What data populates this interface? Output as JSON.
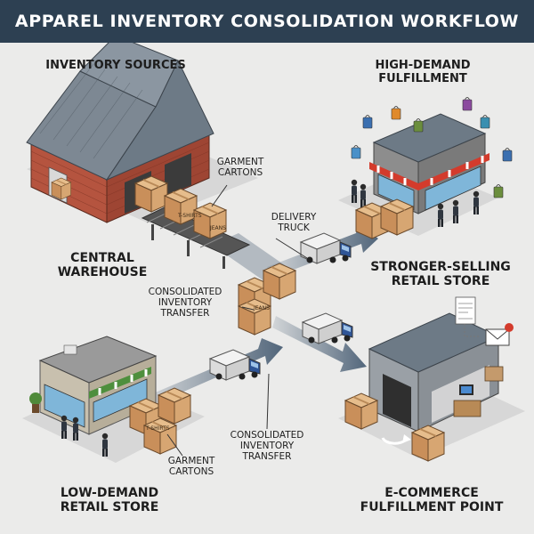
{
  "title": "APPAREL INVENTORY CONSOLIDATION WORKFLOW",
  "sections": {
    "sources": "INVENTORY SOURCES",
    "fulfillment": "HIGH-DEMAND FULFILLMENT"
  },
  "nodes": {
    "central_warehouse": [
      "CENTRAL",
      "WAREHOUSE"
    ],
    "low_demand_store": [
      "LOW-DEMAND",
      "RETAIL STORE"
    ],
    "stronger_store": [
      "STRONGER-SELLING",
      "RETAIL STORE"
    ],
    "ecommerce": [
      "E-COMMERCE",
      "FULFILLMENT POINT"
    ]
  },
  "annotations": {
    "garment_cartons_top": [
      "GARMENT",
      "CARTONS"
    ],
    "garment_cartons_bottom": [
      "GARMENT",
      "CARTONS"
    ],
    "delivery_truck": [
      "DELIVERY",
      "TRUCK"
    ],
    "consolidated_left": [
      "CONSOLIDATED",
      "INVENTORY",
      "TRANSFER"
    ],
    "consolidated_bottom": [
      "CONSOLIDATED",
      "INVENTORY",
      "TRANSFER"
    ]
  },
  "box_labels": [
    "T-SHIRTS",
    "JEANS"
  ],
  "colors": {
    "title_bg": "#2d4052",
    "arrow": "#4a5f75",
    "carton": "#d7a672",
    "brick": "#b5543f",
    "roof": "#6d7a86"
  }
}
